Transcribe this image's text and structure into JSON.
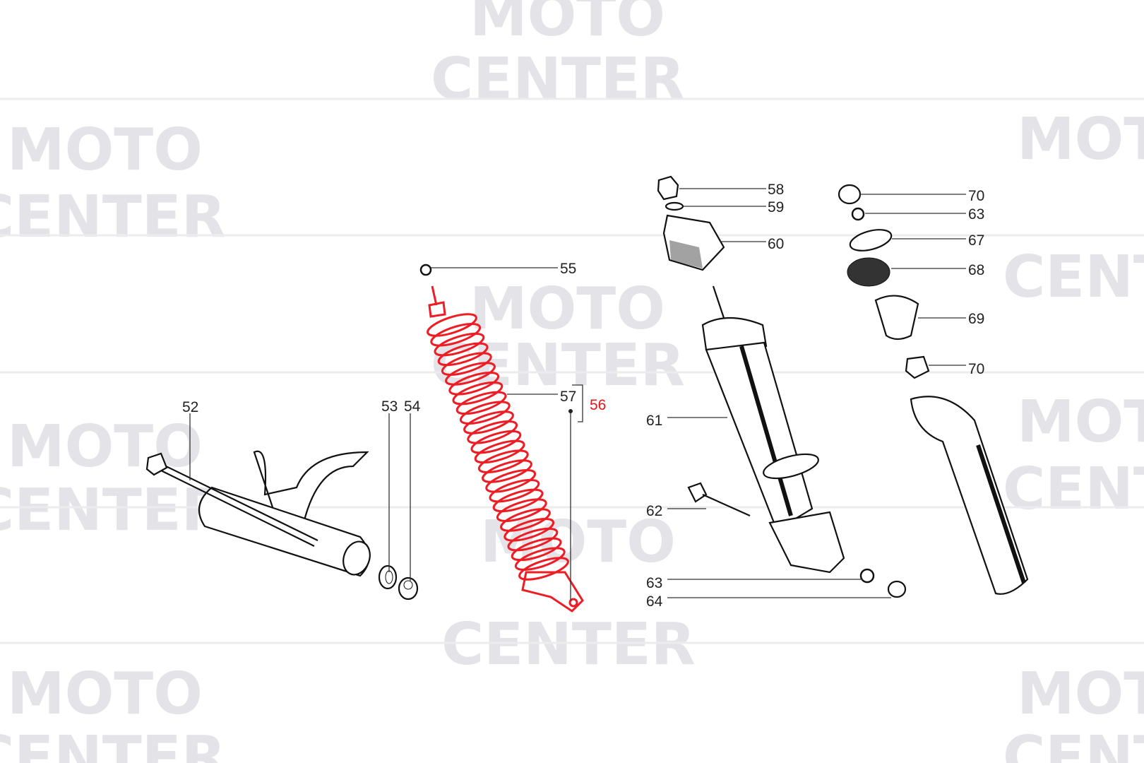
{
  "watermark": {
    "line1": "MOTO",
    "line2": "CENTER"
  },
  "diagram": {
    "highlight_color": "#ee1c24",
    "callouts": [
      {
        "id": "c52",
        "number": "52"
      },
      {
        "id": "c53",
        "number": "53"
      },
      {
        "id": "c54",
        "number": "54"
      },
      {
        "id": "c55",
        "number": "55"
      },
      {
        "id": "c56",
        "number": "56",
        "highlighted": true
      },
      {
        "id": "c57",
        "number": "57"
      },
      {
        "id": "c58",
        "number": "58"
      },
      {
        "id": "c59",
        "number": "59"
      },
      {
        "id": "c60",
        "number": "60"
      },
      {
        "id": "c61",
        "number": "61"
      },
      {
        "id": "c62",
        "number": "62"
      },
      {
        "id": "c63a",
        "number": "63"
      },
      {
        "id": "c64",
        "number": "64"
      },
      {
        "id": "c70a",
        "number": "70"
      },
      {
        "id": "c63b",
        "number": "63"
      },
      {
        "id": "c67",
        "number": "67"
      },
      {
        "id": "c68",
        "number": "68"
      },
      {
        "id": "c69",
        "number": "69"
      },
      {
        "id": "c70b",
        "number": "70"
      }
    ]
  }
}
